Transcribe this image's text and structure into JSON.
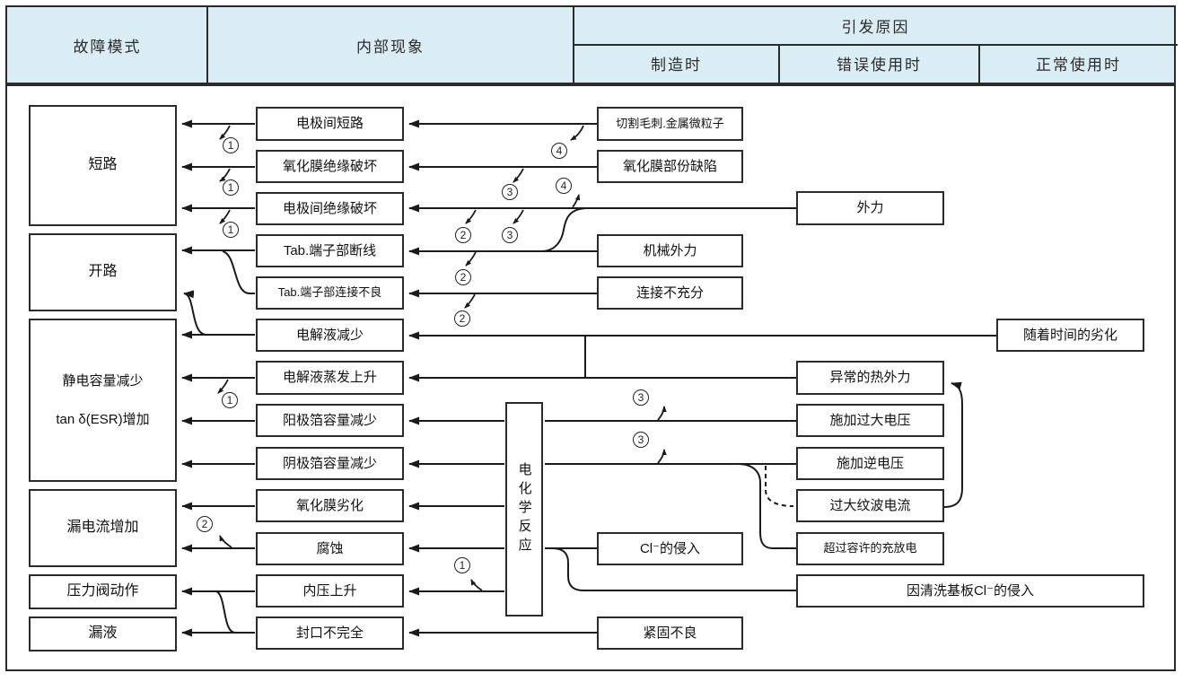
{
  "header": {
    "failure_mode": "故障模式",
    "internal_phenomenon": "内部现象",
    "cause": "引发原因",
    "cause_mfg": "制造时",
    "cause_misuse": "错误使用时",
    "cause_normal": "正常使用时"
  },
  "failure_modes": {
    "short_circuit": "短路",
    "open_circuit": "开路",
    "cap_loss_line1": "静电容量减少",
    "cap_loss_line2": "tan δ(ESR)增加",
    "leakage_current": "漏电流增加",
    "pressure_valve": "压力阀动作",
    "liquid_leak": "漏液"
  },
  "internal": {
    "i1": "电极间短路",
    "i2": "氧化膜绝缘破坏",
    "i3": "电极间绝缘破坏",
    "i4": "Tab.端子部断线",
    "i5": "Tab.端子部连接不良",
    "i6": "电解液减少",
    "i7": "电解液蒸发上升",
    "i8": "阳极箔容量减少",
    "i9": "阴极箔容量减少",
    "i10": "氧化膜劣化",
    "i11": "腐蚀",
    "i12": "内压上升",
    "i13": "封口不完全"
  },
  "hub": "电化学反应",
  "mfg": {
    "m1": "切割毛刺.金属微粒子",
    "m2": "氧化膜部份缺陷",
    "m3": "机械外力",
    "m4": "连接不充分",
    "m5": "Cl⁻的侵入",
    "m6": "紧固不良"
  },
  "misuse": {
    "u1": "外力",
    "u2": "异常的热外力",
    "u3": "施加过大电压",
    "u4": "施加逆电压",
    "u5": "过大纹波电流",
    "u6": "超过容许的充放电",
    "u7": "因清洗基板Cl⁻的侵入"
  },
  "normal": {
    "n1": "随着时间的劣化"
  },
  "refs": {
    "r1": "1",
    "r2": "2",
    "r3": "3",
    "r4": "4"
  },
  "colors": {
    "header_bg": "#dbedf4",
    "line": "#1a1a1a",
    "border": "#2b2b2b"
  }
}
